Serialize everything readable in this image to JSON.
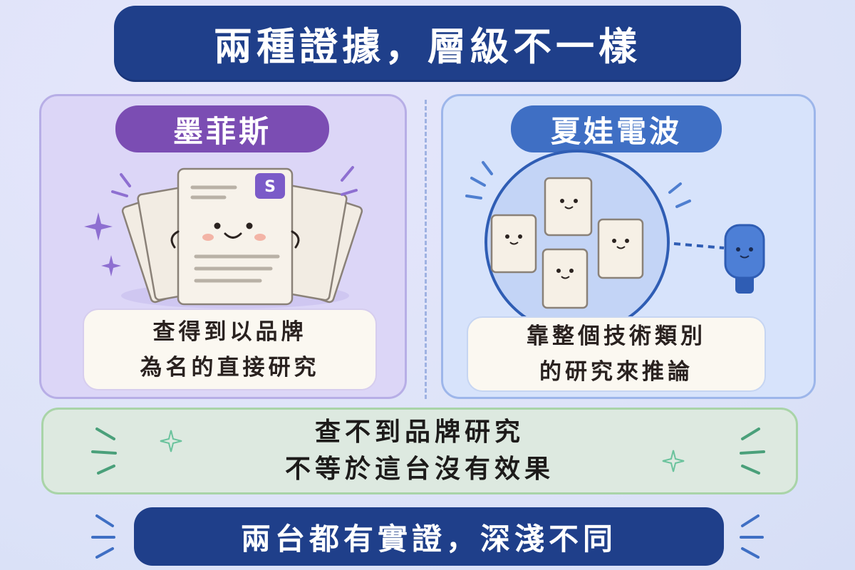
{
  "title": "兩種證據，層級不一樣",
  "left": {
    "label": "墨菲斯",
    "badge_text": "S",
    "caption_line1": "查得到以品牌",
    "caption_line2": "為名的直接研究"
  },
  "right": {
    "label": "夏娃電波",
    "caption_line1": "靠整個技術類別",
    "caption_line2": "的研究來推論"
  },
  "note": {
    "line1": "查不到品牌研究",
    "line2": "不等於這台沒有效果"
  },
  "conclusion": "兩台都有實證，深淺不同",
  "colors": {
    "navy": "#1f3f8a",
    "purple": "#7b4db3",
    "blue": "#3f6fc4",
    "green_border": "#a9d4a8"
  }
}
